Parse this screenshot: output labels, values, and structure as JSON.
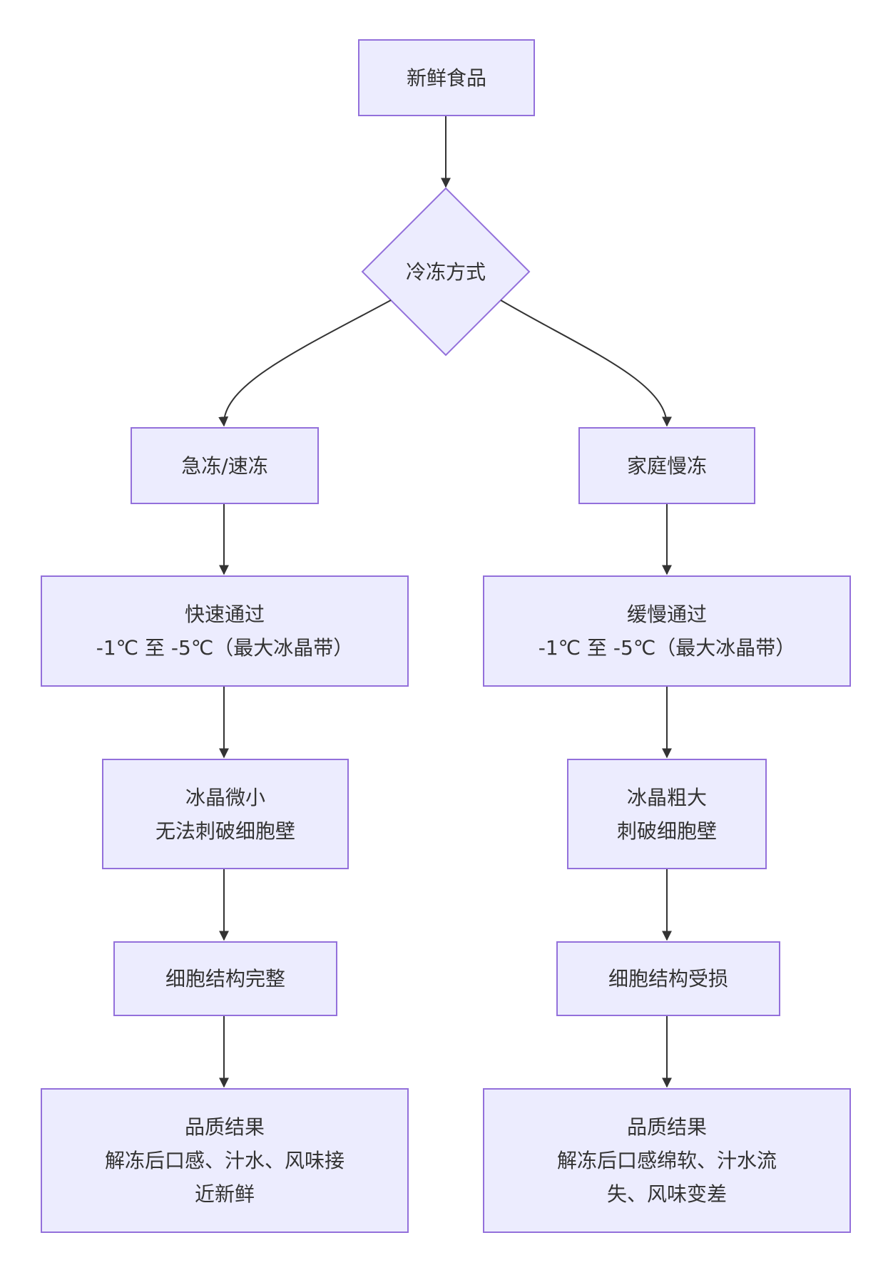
{
  "colors": {
    "node_fill": "#ececfe",
    "node_border": "#9370db",
    "edge": "#333333",
    "text": "#333333"
  },
  "nodes": {
    "start": {
      "lines": [
        "新鲜食品"
      ]
    },
    "decision": {
      "lines": [
        "冷冻方式"
      ]
    },
    "fast_method": {
      "lines": [
        "急冻/速冻"
      ]
    },
    "slow_method": {
      "lines": [
        "家庭慢冻"
      ]
    },
    "fast_pass": {
      "lines": [
        "快速通过",
        "-1℃ 至 -5℃（最大冰晶带）"
      ]
    },
    "slow_pass": {
      "lines": [
        "缓慢通过",
        "-1℃ 至 -5℃（最大冰晶带）"
      ]
    },
    "small_crystal": {
      "lines": [
        "冰晶微小",
        "无法刺破细胞壁"
      ]
    },
    "large_crystal": {
      "lines": [
        "冰晶粗大",
        "刺破细胞壁"
      ]
    },
    "cell_intact": {
      "lines": [
        "细胞结构完整"
      ]
    },
    "cell_damaged": {
      "lines": [
        "细胞结构受损"
      ]
    },
    "result_good": {
      "lines": [
        "品质结果",
        "解冻后口感、汁水、风味接",
        "近新鲜"
      ]
    },
    "result_bad": {
      "lines": [
        "品质结果",
        "解冻后口感绵软、汁水流",
        "失、风味变差"
      ]
    }
  }
}
